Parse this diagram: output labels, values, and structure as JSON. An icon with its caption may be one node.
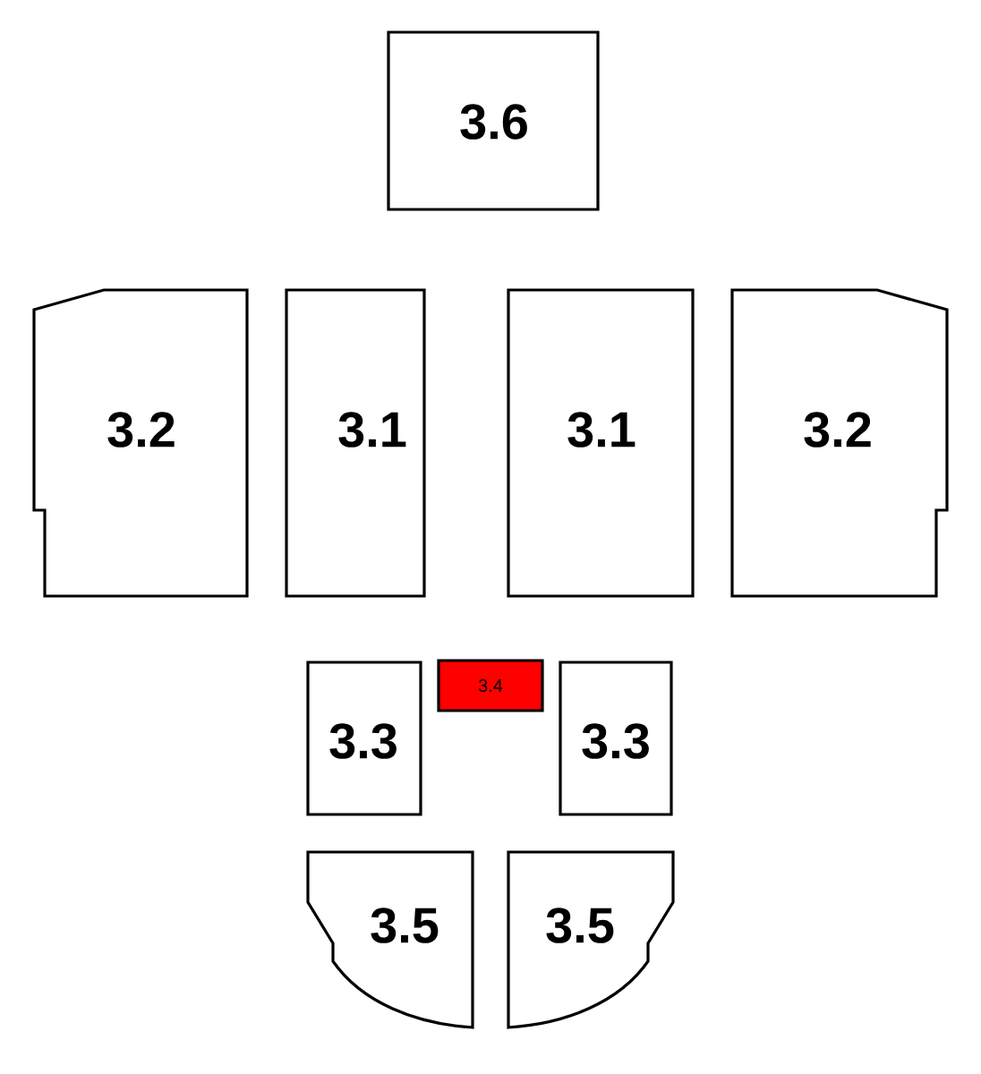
{
  "diagram": {
    "nodes": [
      {
        "text": [
          "3.6"
        ]
      },
      {
        "text": [
          "3.2"
        ]
      },
      {
        "text": [
          "3.1"
        ]
      },
      {
        "text": [
          "3.1"
        ]
      },
      {
        "text": [
          "3.2"
        ]
      },
      {
        "text": [
          "3.3"
        ]
      },
      {
        "text": [
          "3.4"
        ]
      },
      {
        "text": [
          "3.3"
        ]
      },
      {
        "text": [
          "3.5"
        ]
      },
      {
        "text": [
          "3.5"
        ]
      }
    ]
  }
}
